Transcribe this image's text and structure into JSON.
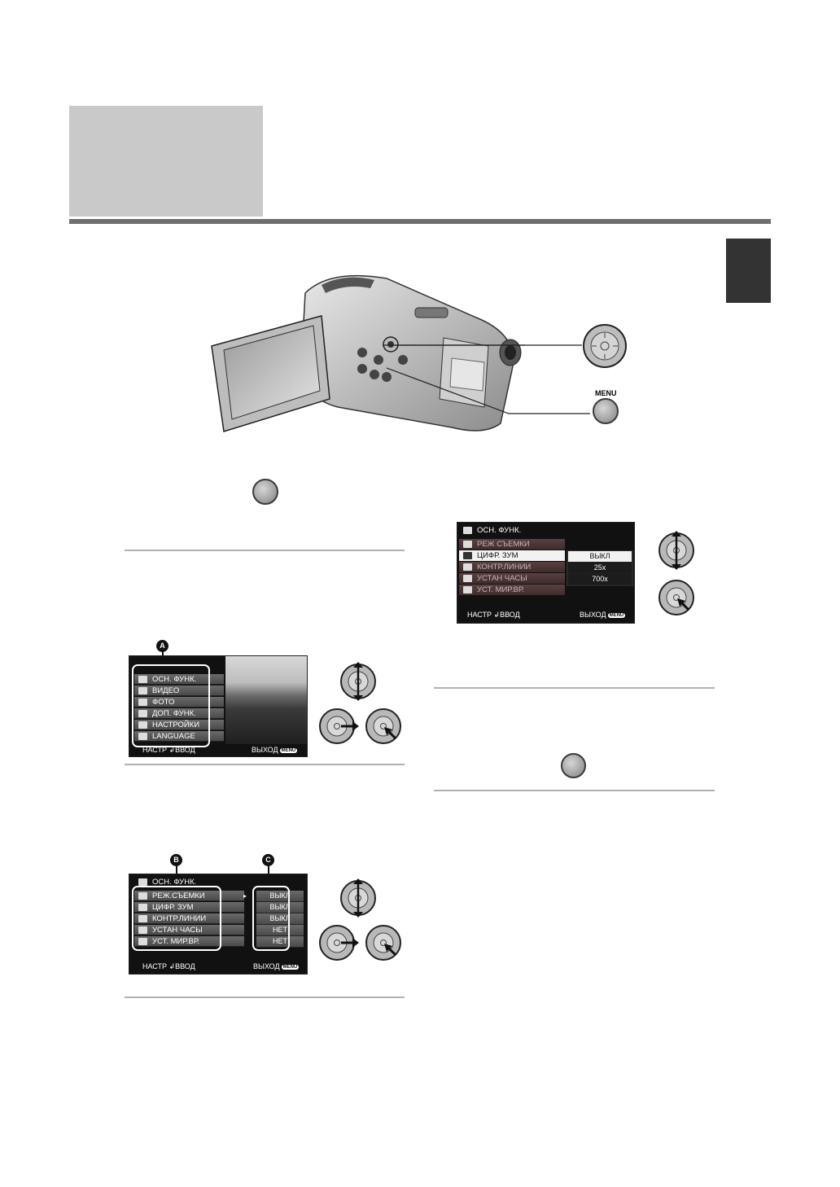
{
  "camera_labels": {
    "menu": "MENU"
  },
  "main_menu": {
    "marker": "A",
    "items": [
      {
        "label": "ОСН. ФУНК.",
        "icon": "tool-icon"
      },
      {
        "label": "ВИДЕО",
        "icon": "movie-camera-icon"
      },
      {
        "label": "ФОТО",
        "icon": "photo-camera-icon"
      },
      {
        "label": "ДОП. ФУНК.",
        "icon": "advanced-camera-icon"
      },
      {
        "label": "НАСТРОЙКИ",
        "icon": "settings-icon"
      },
      {
        "label": "LANGUAGE",
        "icon": "language-icon"
      }
    ],
    "footer_left": "НАСТР",
    "footer_enter": "ВВОД",
    "footer_exit": "ВЫХОД",
    "exit_badge": "MENU"
  },
  "submenu": {
    "marker_items": "B",
    "marker_values": "C",
    "header": "ОСН. ФУНК.",
    "items": [
      {
        "label": "РЕЖ.СЪЕМКИ",
        "value": "ВЫКЛ"
      },
      {
        "label": "ЦИФР. ЗУМ",
        "value": "ВЫКЛ"
      },
      {
        "label": "КОНТР.ЛИНИИ",
        "value": "ВЫКЛ"
      },
      {
        "label": "УСТАН ЧАСЫ",
        "value": "НЕТ"
      },
      {
        "label": "УСТ. МИР.ВР.",
        "value": "НЕТ"
      }
    ],
    "footer_left": "НАСТР",
    "footer_enter": "ВВОД",
    "footer_exit": "ВЫХОД",
    "exit_badge": "MENU"
  },
  "zoom_menu": {
    "header": "ОСН. ФУНК.",
    "items": [
      "РЕЖ СЪЕМКИ",
      "ЦИФР. ЗУМ",
      "КОНТР.ЛИНИИ",
      "УСТАН ЧАСЫ",
      "УСТ. МИР.ВР."
    ],
    "selected_index": 1,
    "options": [
      "ВЫКЛ",
      "25x",
      "700x"
    ],
    "footer_left": "НАСТР",
    "footer_enter": "ВВОД",
    "footer_exit": "ВЫХОД",
    "exit_badge": "MENU"
  }
}
